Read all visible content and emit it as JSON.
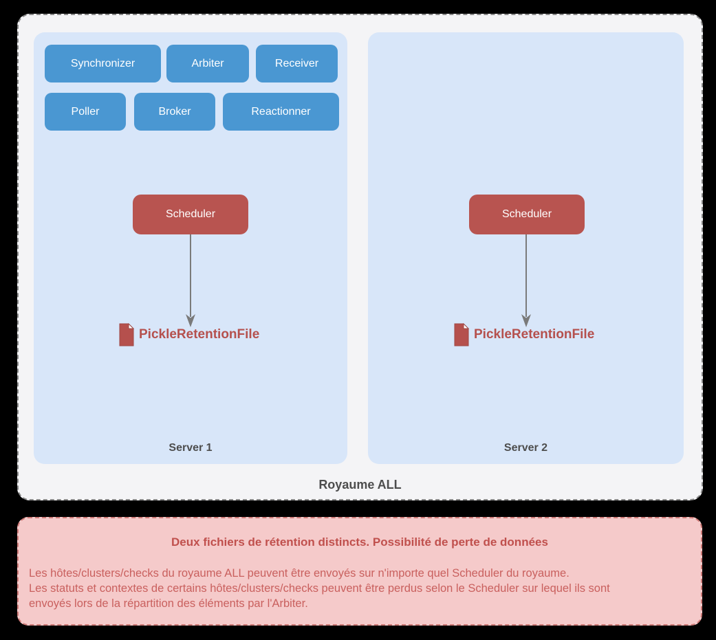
{
  "realm": {
    "label": "Royaume ALL",
    "servers": [
      {
        "label": "Server 1",
        "daemons": [
          "Synchronizer",
          "Arbiter",
          "Receiver",
          "Poller",
          "Broker",
          "Reactionner"
        ],
        "scheduler_label": "Scheduler",
        "retention_file_label": "PickleRetentionFile"
      },
      {
        "label": "Server 2",
        "daemons": [],
        "scheduler_label": "Scheduler",
        "retention_file_label": "PickleRetentionFile"
      }
    ]
  },
  "warning": {
    "title": "Deux fichiers de rétention distincts. Possibilité de perte de données",
    "lines": [
      "Les hôtes/clusters/checks du royaume ALL peuvent être envoyés sur n'importe quel Scheduler du royaume.",
      "Les statuts et contextes de certains hôtes/clusters/checks peuvent être perdus selon le Scheduler sur lequel ils sont",
      "envoyés lors de la répartition des éléments par l'Arbiter."
    ]
  },
  "colors": {
    "page_background": "#000000",
    "realm_background": "#f4f4f6",
    "server_panel_background": "#d8e6f9",
    "daemon_blue": "#4a97d2",
    "scheduler_red": "#b85450",
    "retention_label_red": "#b5504d",
    "label_gray": "#4d4d4d",
    "warning_background": "#f5caca",
    "warning_border": "#cf7a77",
    "warning_title_red": "#c0504d",
    "warning_body_red": "#c9605e",
    "arrow_gray": "#7a7a7a"
  }
}
